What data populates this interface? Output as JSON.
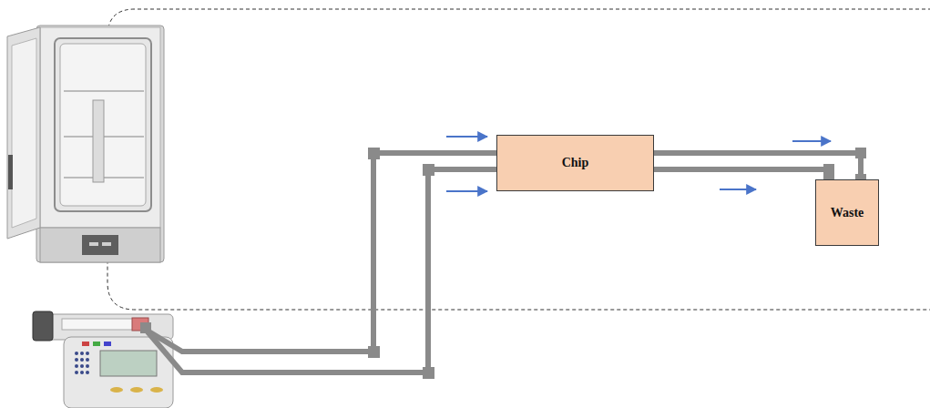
{
  "diagram": {
    "nodes": [
      {
        "text": [
          "Chip"
        ]
      },
      {
        "text": [
          "Waste"
        ]
      }
    ],
    "edges": [
      {
        "from": 0,
        "to": 1,
        "arrow": "none"
      },
      {
        "from": 0,
        "to": 1,
        "arrow": "none"
      }
    ]
  }
}
